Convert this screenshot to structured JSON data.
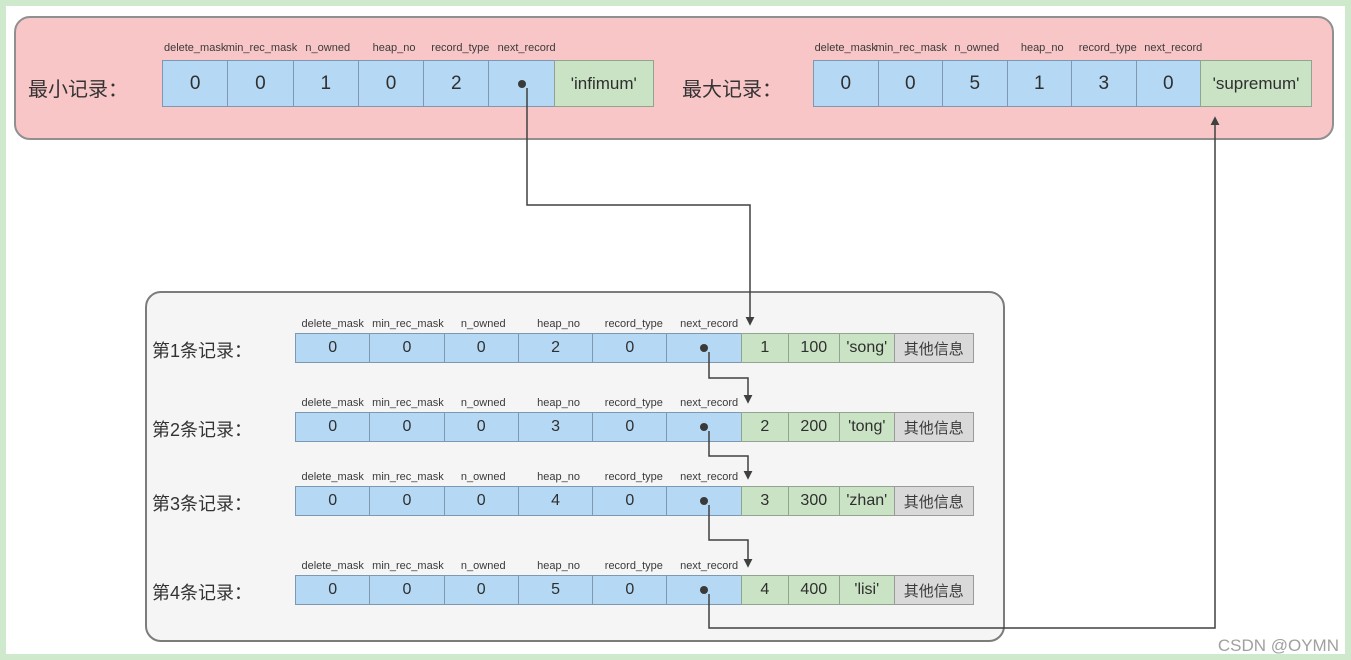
{
  "colors": {
    "frame_green": "#cfe9cd",
    "panel_pink": "#f9c6c7",
    "panel_pink_border": "#909090",
    "panel_gray": "#f5f5f5",
    "panel_gray_border": "#7c7c7c",
    "cell_blue": "#b5d9f4",
    "cell_green": "#c9e3c4",
    "cell_gray": "#d9d9d9",
    "arrow": "#404040",
    "text": "#333333",
    "watermark_color": "#a0a0a0"
  },
  "field_headers": [
    "delete_mask",
    "min_rec_mask",
    "n_owned",
    "heap_no",
    "record_type",
    "next_record"
  ],
  "system_records": {
    "min_record": {
      "label": "最小记录：",
      "fields": [
        "0",
        "0",
        "1",
        "0",
        "2",
        ""
      ],
      "tail": "'infimum'"
    },
    "max_record": {
      "label": "最大记录：",
      "fields": [
        "0",
        "0",
        "5",
        "1",
        "3",
        "0"
      ],
      "tail": "'supremum'"
    }
  },
  "user_records": [
    {
      "label": "第1条记录：",
      "fields": [
        "0",
        "0",
        "0",
        "2",
        "0",
        ""
      ],
      "extras": [
        "1",
        "100",
        "'song'"
      ],
      "other": "其他信息"
    },
    {
      "label": "第2条记录：",
      "fields": [
        "0",
        "0",
        "0",
        "3",
        "0",
        ""
      ],
      "extras": [
        "2",
        "200",
        "'tong'"
      ],
      "other": "其他信息"
    },
    {
      "label": "第3条记录：",
      "fields": [
        "0",
        "0",
        "0",
        "4",
        "0",
        ""
      ],
      "extras": [
        "3",
        "300",
        "'zhan'"
      ],
      "other": "其他信息"
    },
    {
      "label": "第4条记录：",
      "fields": [
        "0",
        "0",
        "0",
        "5",
        "0",
        ""
      ],
      "extras": [
        "4",
        "400",
        "'lisi'"
      ],
      "other": "其他信息"
    }
  ],
  "watermark": "CSDN @OYMN"
}
